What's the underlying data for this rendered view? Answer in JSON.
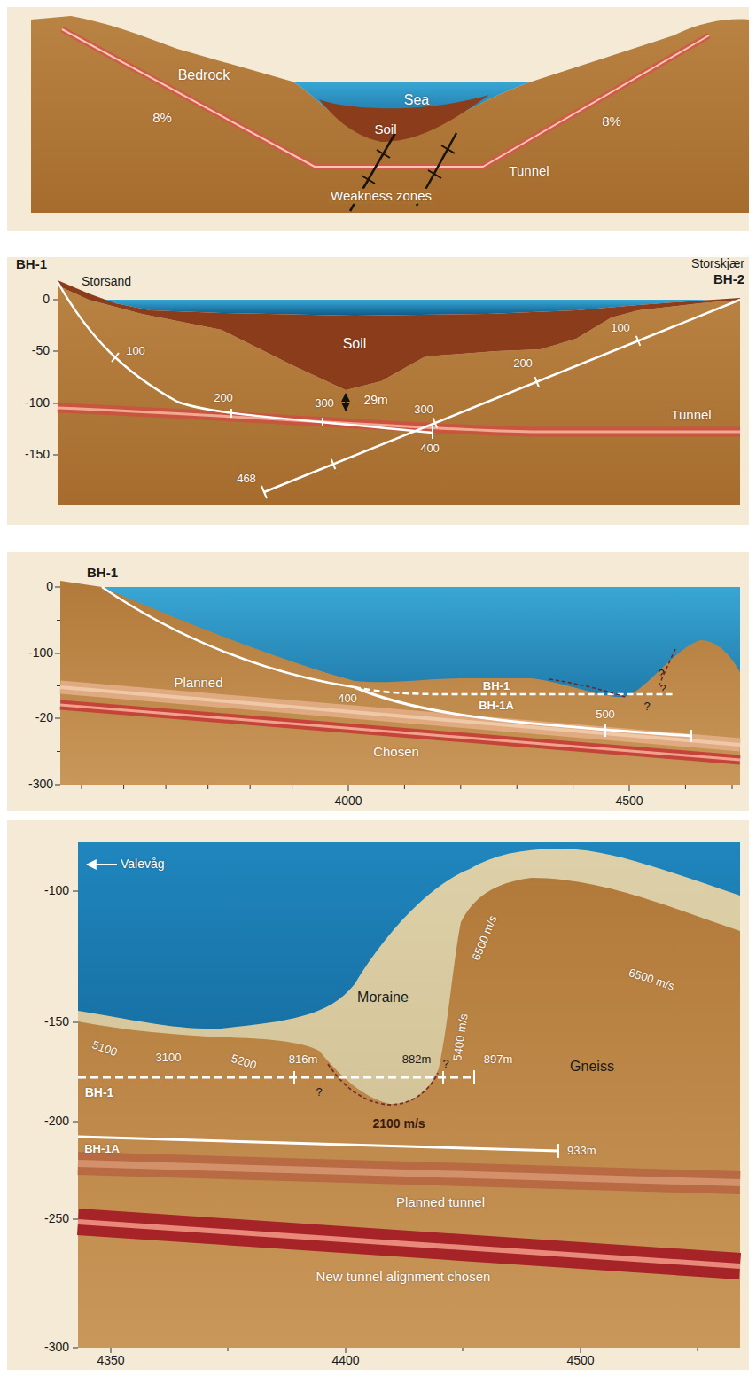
{
  "diagram": {
    "labels": [
      "Bedrock",
      "8%",
      "Sea",
      "Soil",
      "8%",
      "Tunnel",
      "Weakness zones",
      "BH-1",
      "Storsand",
      "Storskjær",
      "BH-2",
      "0",
      "-50",
      "-100",
      "-150",
      "100",
      "100",
      "200",
      "Soil",
      "200",
      "29m",
      "300",
      "300",
      "Tunnel",
      "400",
      "468",
      "BH-1",
      "0",
      "-100",
      "Planned",
      "400",
      "BH-1",
      "BH-1A",
      "?",
      "?",
      "?",
      "-20",
      "Chosen",
      "500",
      "-300",
      "4000",
      "4500",
      "Valevåg",
      "-100",
      "6500 m/s",
      "6500 m/s",
      "-150",
      "Moraine",
      "5100",
      "3100",
      "5200",
      "816m",
      "882m",
      "5400 m/s",
      "897m",
      "Gneiss",
      "BH-1",
      "?",
      "?",
      "2100 m/s",
      "-200",
      "BH-1A",
      "933m",
      "Planned tunnel",
      "-250",
      "New tunnel alignment chosen",
      "-300",
      "4350",
      "4400",
      "4500"
    ]
  }
}
